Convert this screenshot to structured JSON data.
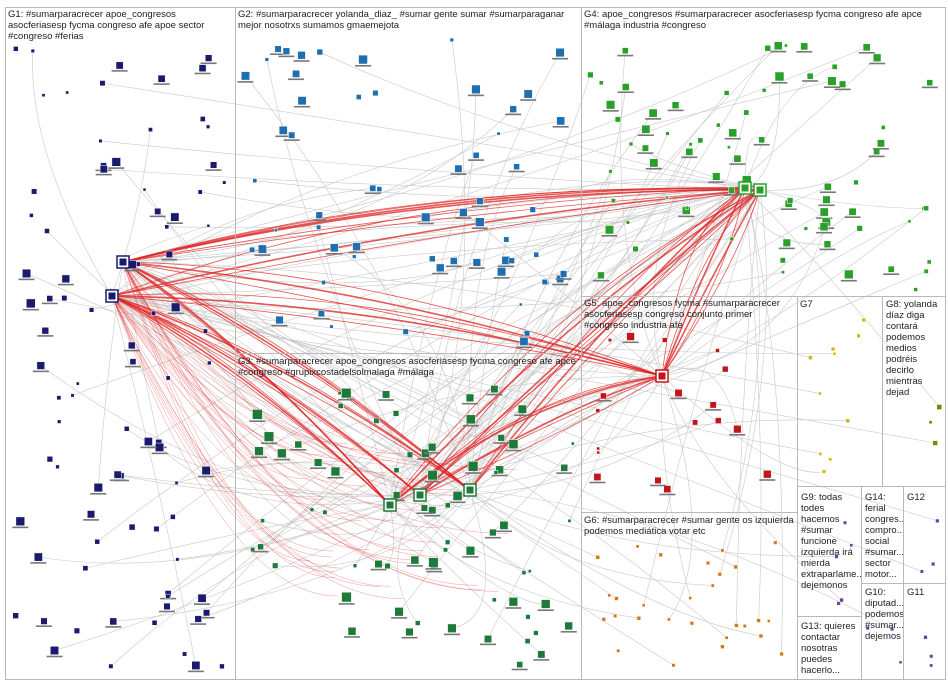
{
  "colors": {
    "edge": "#c9c9c9",
    "edge_strong": "#e02020",
    "G1": "#1a1a6e",
    "G2": "#1f6fb0",
    "G3": "#1e7a3a",
    "G4": "#2aa02a",
    "G5": "#c0161b",
    "G6": "#d27a1a",
    "G7": "#d9b400",
    "G8": "#7a8a00",
    "small": "#6a3fa0"
  },
  "groups": [
    {
      "id": "G1",
      "label": "G1: #sumarparacrecer apoe_congresos\nasocferiasesp fycma congreso afe apoe sector\n#congreso #ferias"
    },
    {
      "id": "G2",
      "label": "G2: #sumarparacrecer yolanda_diaz_ #sumar gente sumar #sumarparaganar\nmejor nosotrxs sumamos gmaemejota"
    },
    {
      "id": "G3",
      "label": "G3: #sumarparacrecer apoe_congresos asocferiasesp fycma congreso afe apce\n#congreso #grupixcostadelsolmalaga #málaga"
    },
    {
      "id": "G4",
      "label": "G4: apoe_congresos #sumarparacrecer asocferiasesp fycma congreso afe apce\n#málaga industria #congreso"
    },
    {
      "id": "G5",
      "label": "G5: apoe_congresos fycma #sumarparacrecer\nasocferiasesp congreso conjunto primer\n#congreso industria afe"
    },
    {
      "id": "G6",
      "label": "G6: #sumarparacrecer #sumar gente os izquierda\npodemos mediática votar etc"
    },
    {
      "id": "G7",
      "label": "G7"
    },
    {
      "id": "G8",
      "label": "G8: yolanda\ndíaz diga\ncontará\npodemos\nmedios\npodréis decirlo\nmientras dejad"
    },
    {
      "id": "G9",
      "label": "G9: todas\ntodes\nhacemos\n#sumar\nfuncione\nizquierda irá\nmierda\nextraparlame...\ndejemonos"
    },
    {
      "id": "G14",
      "label": "G14:\nferial\ncongres...\ncompro...\nsocial\n#sumar...\nsector\nmotor..."
    },
    {
      "id": "G12",
      "label": "G12"
    },
    {
      "id": "G10",
      "label": "G10:\ndiputad...\npodemos\n#sumar...\ndejemos"
    },
    {
      "id": "G11",
      "label": "G11"
    },
    {
      "id": "G13",
      "label": "G13: quieres\ncontactar\nnosotras\npuedes\nhacerlo..."
    }
  ]
}
